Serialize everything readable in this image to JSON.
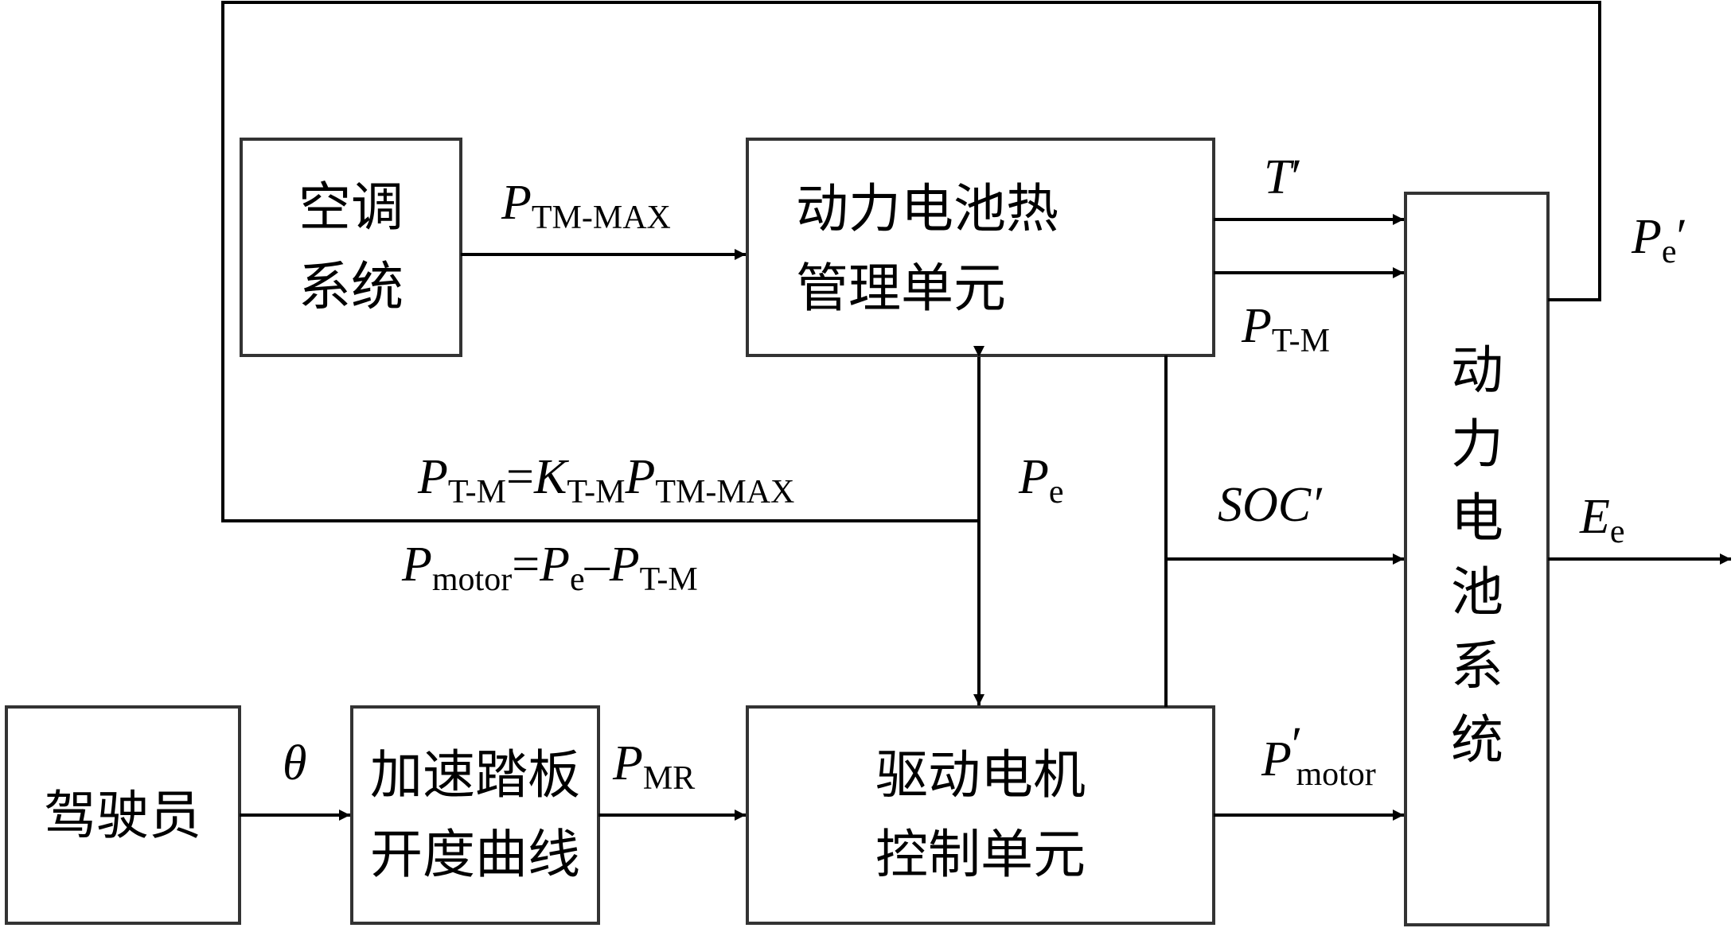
{
  "blocks": {
    "aircon": [
      "空调",
      "系统"
    ],
    "thermal": [
      "动力电池热",
      "管理单元"
    ],
    "battery": [
      "动",
      "力",
      "电",
      "池",
      "系",
      "统"
    ],
    "driver": [
      "驾驶员"
    ],
    "pedal": [
      "加速踏板",
      "开度曲线"
    ],
    "motor_ctrl": [
      "驱动电机",
      "控制单元"
    ]
  },
  "labels": {
    "P": "P",
    "K": "K",
    "E": "E",
    "T": "T",
    "eq": "=",
    "minus": "–",
    "prime": "′",
    "theta": "θ",
    "soc": "SOC′",
    "sub_tm_max": "TM-MAX",
    "sub_tm": "T-M",
    "sub_e": "e",
    "sub_mr": "MR",
    "sub_motor": "motor"
  }
}
